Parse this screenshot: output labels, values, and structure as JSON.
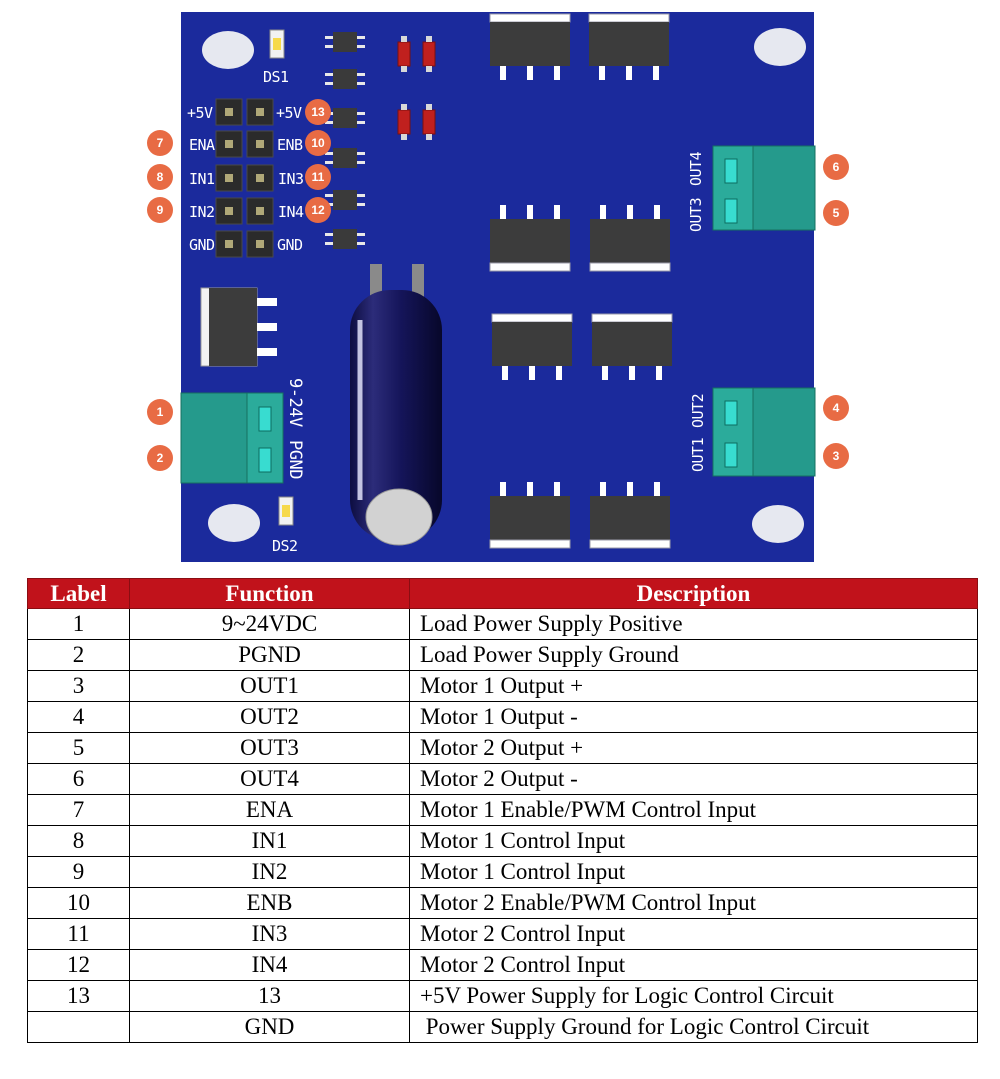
{
  "colors": {
    "board": "#1b2a9c",
    "header_bg": "#c1121b",
    "badge": "#e86b44",
    "terminal": "#259a8c",
    "chip": "#3a3a3a"
  },
  "board": {
    "ds1_label": "DS1",
    "ds2_label": "DS2",
    "header_left": [
      "+5V",
      "ENA",
      "IN1",
      "IN2",
      "GND"
    ],
    "header_right": [
      "+5V",
      "ENB",
      "IN3",
      "IN4",
      "GND"
    ],
    "power_label_vin": "9-24V",
    "power_label_pgnd": "PGND",
    "out_labels": {
      "out1": "OUT1",
      "out2": "OUT2",
      "out3": "OUT3",
      "out4": "OUT4"
    },
    "badges": {
      "b1": "1",
      "b2": "2",
      "b3": "3",
      "b4": "4",
      "b5": "5",
      "b6": "6",
      "b7": "7",
      "b8": "8",
      "b9": "9",
      "b10": "10",
      "b11": "11",
      "b12": "12",
      "b13": "13"
    }
  },
  "table": {
    "headers": [
      "Label",
      "Function",
      "Description"
    ],
    "rows": [
      {
        "label": "1",
        "function": "9~24VDC",
        "description": "Load Power Supply Positive"
      },
      {
        "label": "2",
        "function": "PGND",
        "description": "Load Power Supply Ground"
      },
      {
        "label": "3",
        "function": "OUT1",
        "description": "Motor 1 Output +"
      },
      {
        "label": "4",
        "function": "OUT2",
        "description": "Motor 1 Output -"
      },
      {
        "label": "5",
        "function": "OUT3",
        "description": "Motor 2 Output +"
      },
      {
        "label": "6",
        "function": "OUT4",
        "description": "Motor 2 Output -"
      },
      {
        "label": "7",
        "function": "ENA",
        "description": "Motor 1 Enable/PWM Control Input"
      },
      {
        "label": "8",
        "function": "IN1",
        "description": "Motor 1 Control Input"
      },
      {
        "label": "9",
        "function": "IN2",
        "description": "Motor 1 Control Input"
      },
      {
        "label": "10",
        "function": "ENB",
        "description": "Motor 2 Enable/PWM Control Input"
      },
      {
        "label": "11",
        "function": "IN3",
        "description": "Motor 2 Control Input"
      },
      {
        "label": "12",
        "function": "IN4",
        "description": "Motor 2 Control Input"
      },
      {
        "label": "13",
        "function": "13",
        "description": "+5V Power Supply for Logic Control Circuit"
      },
      {
        "label": "",
        "function": "GND",
        "description": " Power Supply Ground for Logic Control Circuit"
      }
    ]
  }
}
